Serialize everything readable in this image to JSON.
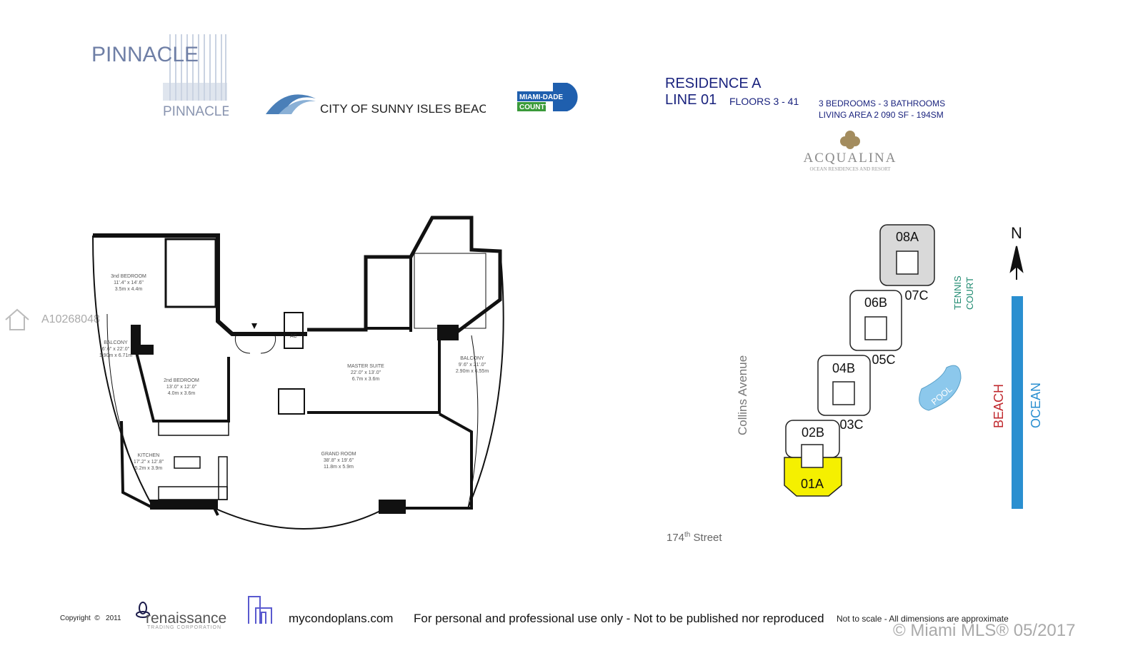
{
  "header": {
    "pinnacle_logo_top": "PINNACLE",
    "pinnacle_logo_bottom": "PINNACLE",
    "city_logo": "CITY OF SUNNY ISLES BEACH",
    "miami_dade_top": "MIAMI-DADE",
    "miami_dade_bottom": "COUNTY",
    "residence": "RESIDENCE A",
    "line": "LINE 01",
    "floors": "FLOORS 3 - 41",
    "bedrooms": "3 BEDROOMS - 3 BATHROOMS",
    "living_area": "LIVING AREA  2 090 SF - 194SM",
    "acqualina": "ACQUALINA",
    "acqualina_sub": "OCEAN RESIDENCES AND RESORT"
  },
  "watermark": {
    "mls_id": "A10268048"
  },
  "floorplan": {
    "rooms": [
      {
        "name": "3nd BEDROOM",
        "dim_ft": "11'.4\" x 14'.6\"",
        "dim_m": "3.5m x 4.4m"
      },
      {
        "name": "BALCONY",
        "dim_ft": "6'.6\" x 22'.0\"",
        "dim_m": "1.90m x 6.71m"
      },
      {
        "name": "2nd BEDROOM",
        "dim_ft": "13'.0\" x 12'.0\"",
        "dim_m": "4.0m x 3.6m"
      },
      {
        "name": "MASTER SUITE",
        "dim_ft": "22'.0\" x 13'.0\"",
        "dim_m": "6.7m x 3.6m"
      },
      {
        "name": "BALCONY",
        "dim_ft": "9'.6\" x 21'.0\"",
        "dim_m": "2.90m x 6.55m"
      },
      {
        "name": "KITCHEN",
        "dim_ft": "17'.2\" x 12'.8\"",
        "dim_m": "5.2m x 3.9m"
      },
      {
        "name": "GRAND ROOM",
        "dim_ft": "38'.8\" x 19'.6\"",
        "dim_m": "11.8m x 5.9m"
      }
    ],
    "ac_label": "AC"
  },
  "siteplan": {
    "units": [
      "08A",
      "07C",
      "06B",
      "05C",
      "04B",
      "03C",
      "02B",
      "01A"
    ],
    "highlighted_unit": "01A",
    "street": "Collins Avenue",
    "cross_street": "174",
    "cross_street_sup": "th",
    "cross_street_suffix": " Street",
    "tennis": "TENNIS",
    "court": "COURT",
    "pool": "POOL",
    "beach": "BEACH",
    "ocean": "OCEAN",
    "north": "N",
    "colors": {
      "highlight": "#f5f000",
      "unit_08a": "#d9d9d9",
      "ocean": "#2a8fd0",
      "beach": "#c0282d",
      "tennis": "#1f8a70"
    }
  },
  "footer": {
    "copyright": "Copyright  ©   2011",
    "renaissance": "renaissance",
    "renaissance_sub": "TRADING CORPORATION",
    "mycondo": "mycondoplans.com",
    "notice": "For personal and professional use only - Not to be published nor reproduced",
    "scale": "Not to scale - All dimensions are approximate",
    "mls": "© Miami MLS® 05/2017"
  }
}
